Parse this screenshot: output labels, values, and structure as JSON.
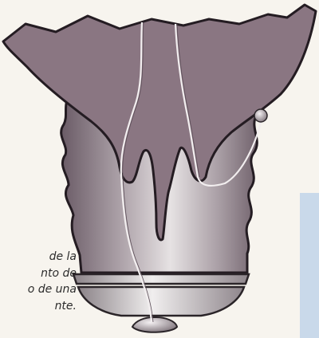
{
  "caption": {
    "lines": [
      "de la",
      "nto de",
      "o de una",
      "nte."
    ]
  }
}
